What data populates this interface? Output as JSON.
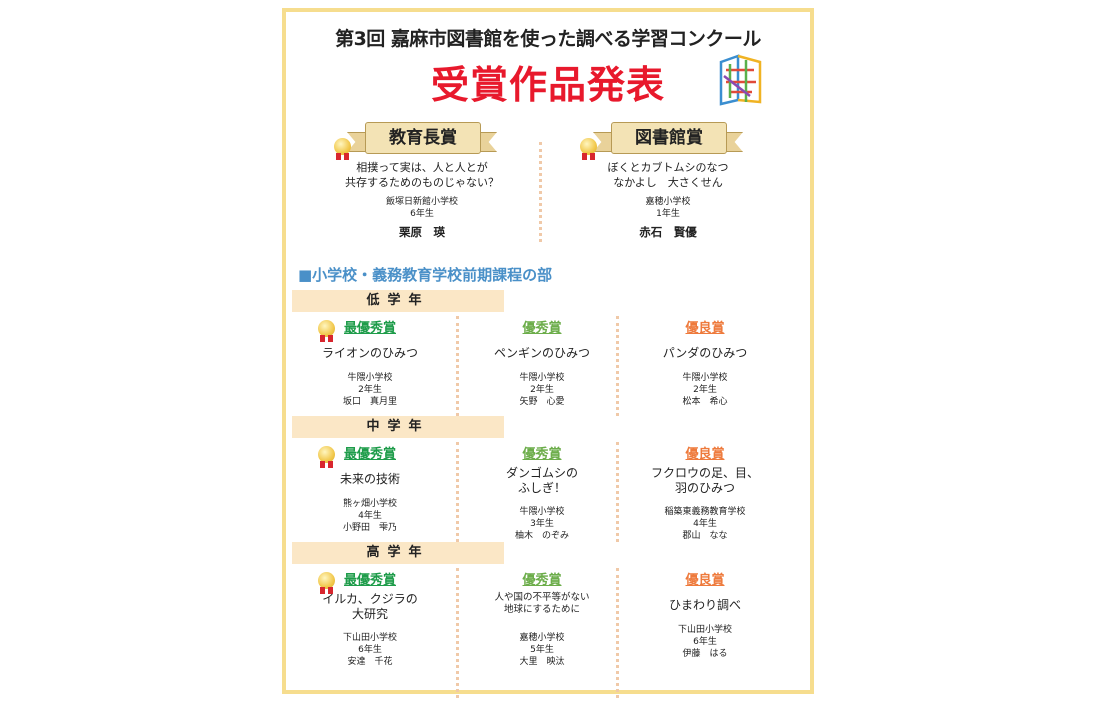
{
  "header": {
    "title": "第3回 嘉麻市図書館を使った調べる学習コンクール",
    "headline": "受賞作品発表"
  },
  "top_awards": [
    {
      "award": "教育長賞",
      "title_lines": [
        "相撲って実は、人と人とが",
        "共存するためのものじゃない？"
      ],
      "school": "飯塚日新館小学校",
      "grade": "6年生",
      "name": "栗原　瑛"
    },
    {
      "award": "図書館賞",
      "title_lines": [
        "ぼくとカブトムシのなつ",
        "なかよし　大さくせん"
      ],
      "school": "嘉穂小学校",
      "grade": "1年生",
      "name": "赤石　賢優"
    }
  ],
  "section_title": "■小学校・義務教育学校前期課程の部",
  "award_labels": [
    "最優秀賞",
    "優秀賞",
    "優良賞"
  ],
  "award_colors": [
    "#1e9c4a",
    "#6cad4a",
    "#ee7a3c"
  ],
  "groups": [
    {
      "label": "低学年",
      "entries": [
        {
          "title_lines": [
            "ライオンのひみつ"
          ],
          "school": "牛隈小学校",
          "grade": "2年生",
          "name": "坂口　真月里"
        },
        {
          "title_lines": [
            "ペンギンのひみつ"
          ],
          "school": "牛隈小学校",
          "grade": "2年生",
          "name": "矢野　心愛"
        },
        {
          "title_lines": [
            "パンダのひみつ"
          ],
          "school": "牛隈小学校",
          "grade": "2年生",
          "name": "松本　希心"
        }
      ]
    },
    {
      "label": "中学年",
      "entries": [
        {
          "title_lines": [
            "未来の技術"
          ],
          "school": "熊ヶ畑小学校",
          "grade": "4年生",
          "name": "小野田　雫乃"
        },
        {
          "title_lines": [
            "ダンゴムシの",
            "ふしぎ！"
          ],
          "school": "牛隈小学校",
          "grade": "3年生",
          "name": "柚木　のぞみ"
        },
        {
          "title_lines": [
            "フクロウの足、目、",
            "羽のひみつ"
          ],
          "school": "稲築東義務教育学校",
          "grade": "4年生",
          "name": "郡山　なな"
        }
      ]
    },
    {
      "label": "高学年",
      "entries": [
        {
          "title_lines": [
            "イルカ、クジラの",
            "大研究"
          ],
          "school": "下山田小学校",
          "grade": "6年生",
          "name": "安達　千花"
        },
        {
          "title_lines": [
            "人や国の不平等がない",
            "地球にするために"
          ],
          "school": "嘉穂小学校",
          "grade": "5年生",
          "name": "大里　映汰",
          "small_title": true
        },
        {
          "title_lines": [
            "ひまわり調べ"
          ],
          "school": "下山田小学校",
          "grade": "6年生",
          "name": "伊藤　はる"
        }
      ]
    }
  ]
}
